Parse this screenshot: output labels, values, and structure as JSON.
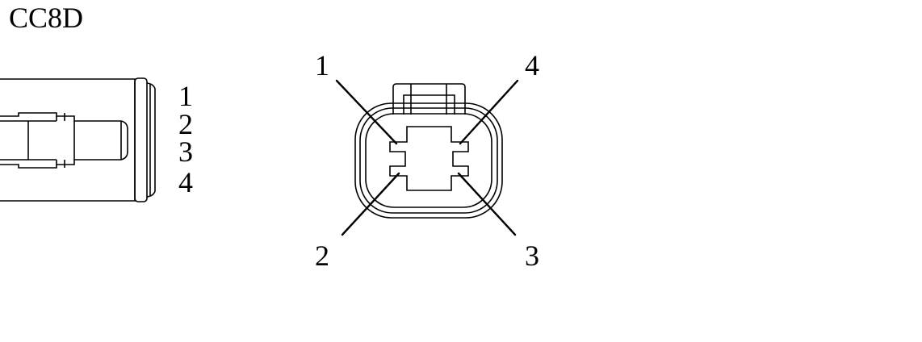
{
  "title": "CC8D",
  "side_view": {
    "pin_labels": [
      "1",
      "2",
      "3",
      "4"
    ]
  },
  "face_view": {
    "pin_labels": {
      "top_left": "1",
      "top_right": "4",
      "bottom_left": "2",
      "bottom_right": "3"
    }
  },
  "colors": {
    "line": "#000000",
    "background": "#ffffff"
  }
}
